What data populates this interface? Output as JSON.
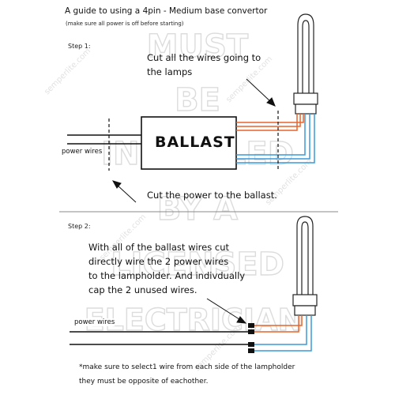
{
  "header": {
    "title": "A guide to using a 4pin - Medium base convertor",
    "subtitle": "(make sure all power is off before starting)"
  },
  "step1": {
    "label": "Step 1:",
    "instruction_top_line1": "Cut all the wires going to",
    "instruction_top_line2": "the lamps",
    "ballast_label": "BALLAST",
    "power_wires_label": "power wires",
    "instruction_bottom": "Cut the power to the ballast."
  },
  "step2": {
    "label": "Step 2:",
    "instruction_line1": "With all of the ballast wires cut",
    "instruction_line2": "directly wire the 2 power wires",
    "instruction_line3": "to the lampholder. And indivdually",
    "instruction_line4": "cap the 2 unused wires.",
    "power_wires_label": "power wires",
    "footnote_line1": "*make sure to select1  wire from each side of the lampholder",
    "footnote_line2": "they must be opposite of eachother."
  },
  "watermark": {
    "line1": "MUST",
    "line2": "BE",
    "line3": "INSTALLED",
    "line4": "BY A",
    "line5": "LICENSED",
    "line6": "ELECTRICIAN",
    "site": "semperlite.com"
  },
  "colors": {
    "wire_orange": "#e8642a",
    "wire_blue": "#3a9ad9",
    "wire_black": "#111111",
    "divider": "#888888",
    "watermark": "#dcdcdc"
  }
}
